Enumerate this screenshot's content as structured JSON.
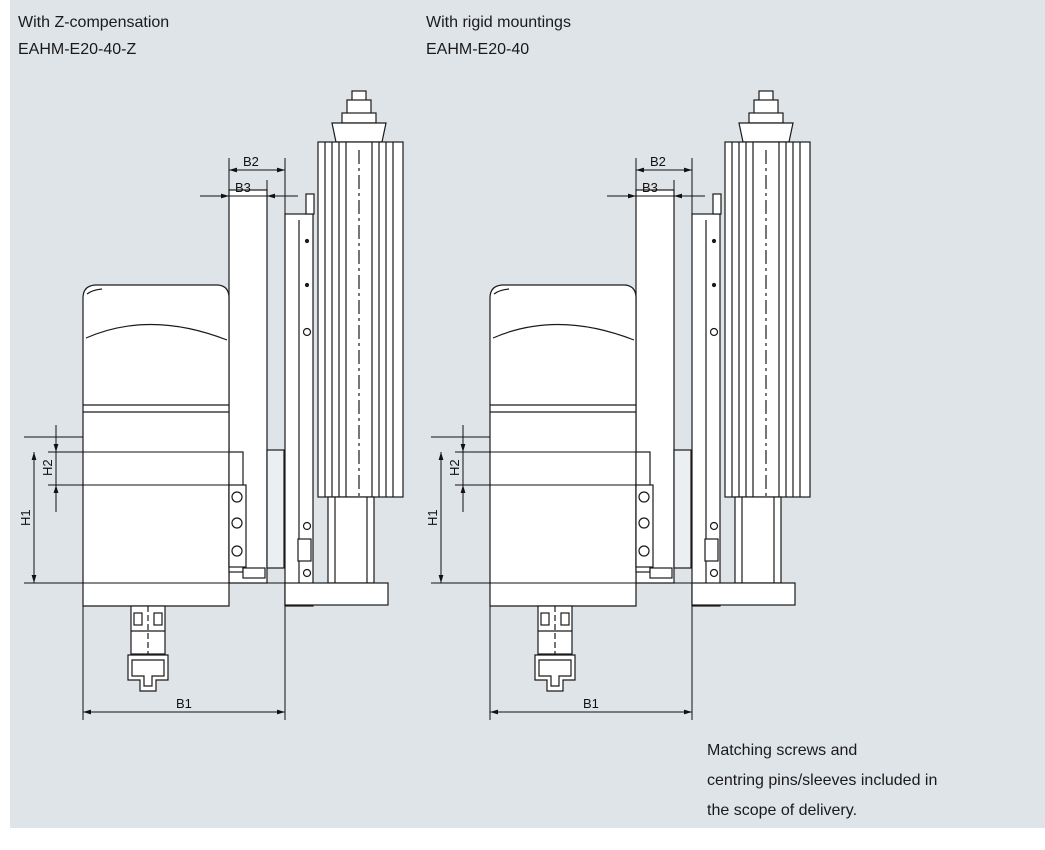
{
  "left_view": {
    "title": "With Z-compensation",
    "model": "EAHM-E20-40-Z"
  },
  "right_view": {
    "title": "With rigid mountings",
    "model": "EAHM-E20-40"
  },
  "dimension_labels": [
    "B2",
    "B3",
    "H2",
    "H1",
    "B1"
  ],
  "note": {
    "lines": [
      "Matching screws and",
      "centring pins/sleeves included in",
      "the scope of delivery."
    ]
  },
  "colors": {
    "panel": "#dfe4e8",
    "body_fill": "#ffffff",
    "stroke": "#1a1a1a"
  }
}
